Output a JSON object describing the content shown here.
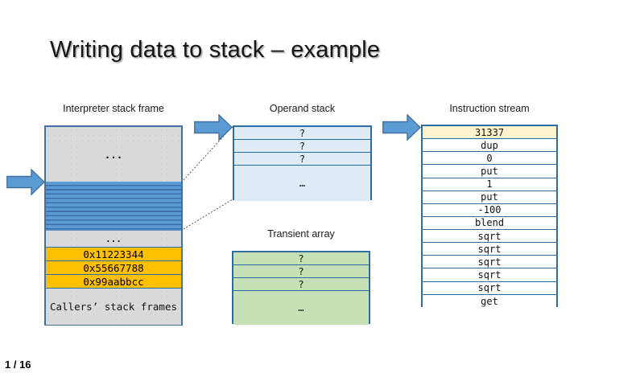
{
  "slide": {
    "title": "Writing data to stack – example",
    "page_indicator": "1 / 16"
  },
  "colors": {
    "arrow_fill": "#5b9bd5",
    "arrow_border": "#41719c",
    "frame_gray": "#d9d9d9",
    "stripe_blue": "#5b9bd5",
    "stripe_line": "#3e6fa6",
    "value_orange": "#ffc000",
    "operand_light_blue": "#deebf7",
    "transient_light_green": "#c5e0b4",
    "instruction_highlight_cream": "#fff2cc",
    "table_border_blue": "#2e6da4"
  },
  "interpreter_frame": {
    "label": "Interpreter stack frame",
    "top_ellipsis": "...",
    "mid_ellipsis": "...",
    "value_rows": [
      "0x11223344",
      "0x55667788",
      "0x99aabbcc"
    ],
    "bottom_label": "Callers’ stack frames"
  },
  "operand_stack": {
    "label": "Operand stack",
    "rows": [
      "?",
      "?",
      "?"
    ],
    "ellipsis_row": "…"
  },
  "transient_array": {
    "label": "Transient array",
    "rows": [
      "?",
      "?",
      "?"
    ],
    "ellipsis_row": "…"
  },
  "instruction_stream": {
    "label": "Instruction stream",
    "highlighted_row": "31337",
    "rows": [
      "31337",
      "dup",
      "0",
      "put",
      "1",
      "put",
      "-100",
      "blend",
      "sqrt",
      "sqrt",
      "sqrt",
      "sqrt",
      "sqrt",
      "get"
    ]
  }
}
